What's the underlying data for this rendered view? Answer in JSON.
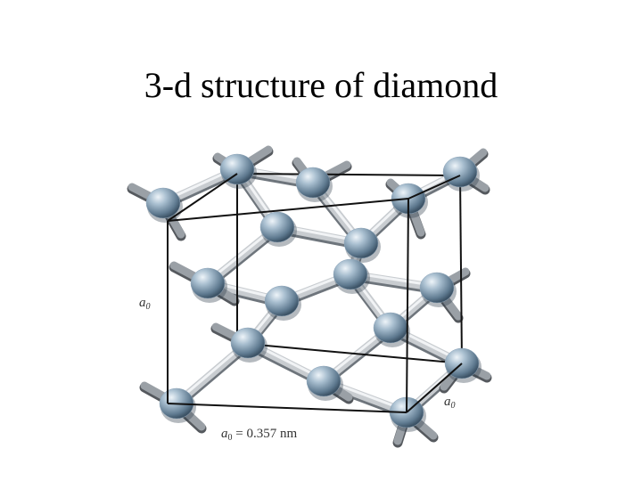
{
  "title": "3-d structure of diamond",
  "figure": {
    "left_edge_label_a": "a",
    "left_edge_label_sub": "0",
    "right_edge_label_a": "a",
    "right_edge_label_sub": "0",
    "bottom_label_a": "a",
    "bottom_label_sub": "0",
    "bottom_label_value": " = 0.357 nm",
    "atom_color": "#8fa6ba",
    "bond_color": "#c8ccd0",
    "cell_edge_color": "#111111"
  }
}
